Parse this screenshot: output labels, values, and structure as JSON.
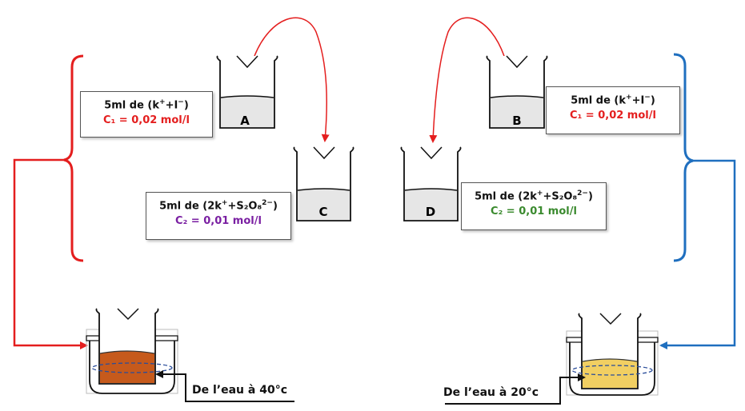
{
  "beakers": {
    "a": {
      "label": "A"
    },
    "b": {
      "label": "B"
    },
    "c": {
      "label": "C"
    },
    "d": {
      "label": "D"
    }
  },
  "boxes": {
    "a": {
      "line1_pre": "5ml de (k",
      "line1_post": "+I",
      "line2": "C₁ = 0,02 mol/l",
      "line2_color": "#e41e1e"
    },
    "b": {
      "line1_pre": "5ml de (k",
      "line1_post": "+I",
      "line2": "C₁ = 0,02 mol/l",
      "line2_color": "#e41e1e"
    },
    "c": {
      "line1_pre": "5ml de (2k",
      "line1_post": "+S₂O₈",
      "line2": "C₂ = 0,01 mol/l",
      "line2_color": "#7a1fa2"
    },
    "d": {
      "line1_pre": "5ml de (2k",
      "line1_post": "+S₂O₈",
      "line2": "C₂ = 0,01 mol/l",
      "line2_color": "#3a8a2e"
    }
  },
  "baths": {
    "left": {
      "text": "De l’eau à 40°c",
      "liquid_color": "#c65a1c"
    },
    "right": {
      "text": "De l’eau à 20°c",
      "liquid_color": "#f1cf62"
    }
  },
  "colors": {
    "left_bracket": "#e41e1e",
    "right_bracket": "#1f6fbf",
    "arrow": "#e41e1e"
  }
}
